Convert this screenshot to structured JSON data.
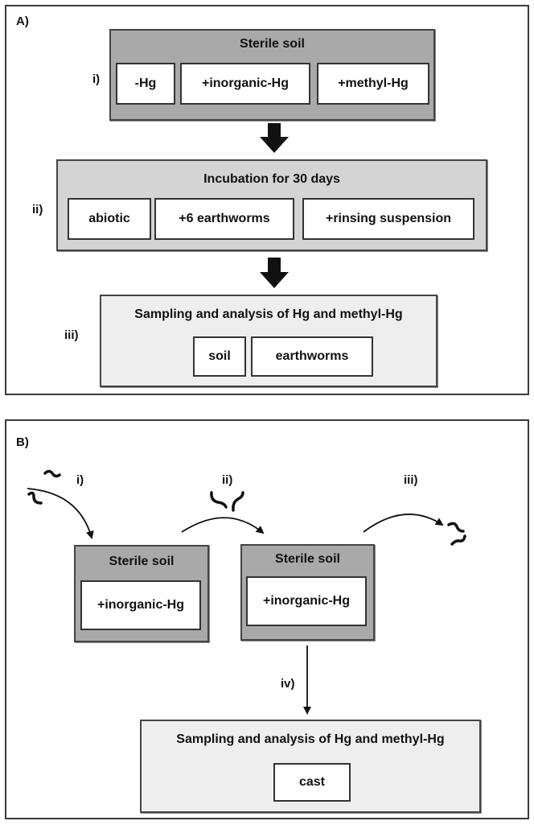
{
  "panel_a": {
    "label": "A)",
    "stage1": {
      "step": "i)",
      "title": "Sterile soil",
      "options": [
        "-Hg",
        "+inorganic-Hg",
        "+methyl-Hg"
      ]
    },
    "stage2": {
      "step": "ii)",
      "title": "Incubation for 30 days",
      "options": [
        "abiotic",
        "+6 earthworms",
        "+rinsing suspension"
      ]
    },
    "stage3": {
      "step": "iii)",
      "title": "Sampling and analysis of Hg and methyl-Hg",
      "options": [
        "soil",
        "earthworms"
      ]
    }
  },
  "panel_b": {
    "label": "B)",
    "steps": [
      "i)",
      "ii)",
      "iii)",
      "iv)"
    ],
    "soil1": {
      "title": "Sterile soil",
      "content": "+inorganic-Hg"
    },
    "soil2": {
      "title": "Sterile soil",
      "content": "+inorganic-Hg"
    },
    "analysis": {
      "title": "Sampling and analysis of Hg and methyl-Hg",
      "content": "cast"
    }
  },
  "icons": [
    "earthworm-icon"
  ]
}
